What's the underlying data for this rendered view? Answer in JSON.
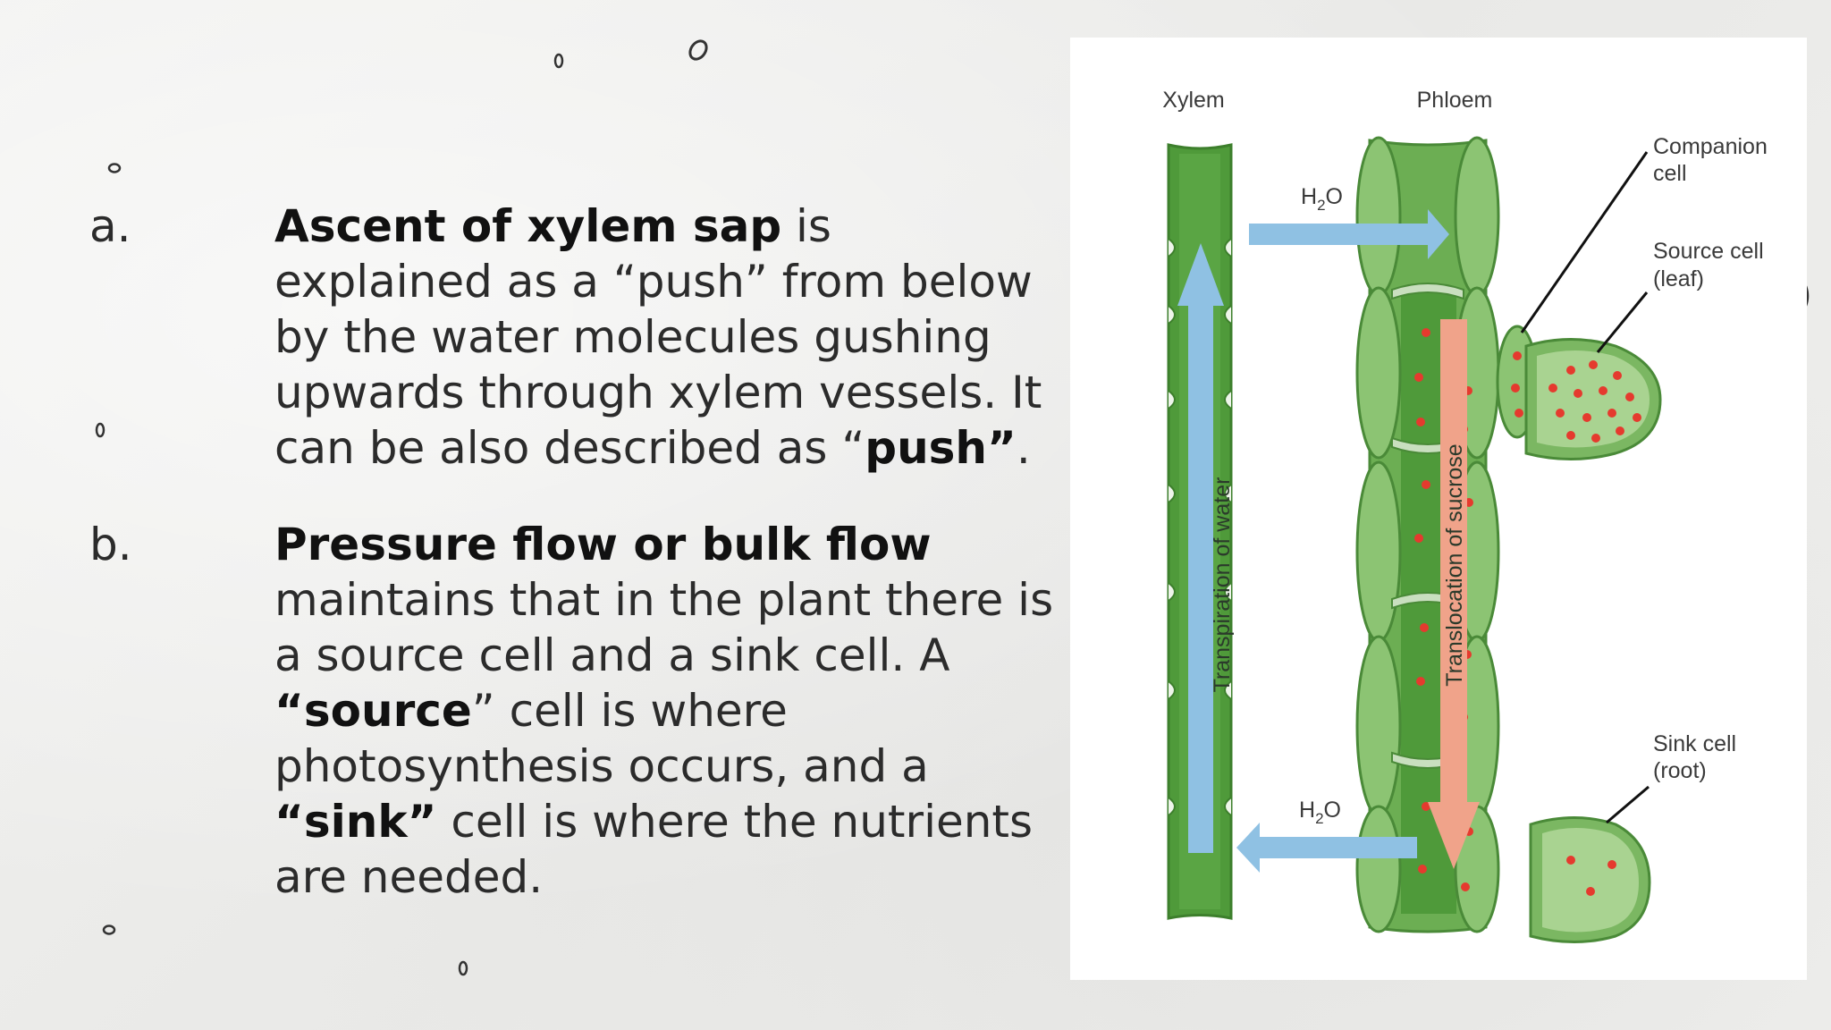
{
  "points": [
    {
      "marker": "a.",
      "segments": [
        {
          "text": "Ascent of xylem sap",
          "bold": true
        },
        {
          "text": " is explained as a “push” from below by the water molecules gushing upwards through xylem vessels. It can be also described as “",
          "bold": false
        },
        {
          "text": "push”",
          "bold": true
        },
        {
          "text": ".",
          "bold": false
        }
      ]
    },
    {
      "marker": "b.",
      "segments": [
        {
          "text": "Pressure flow or bulk flow",
          "bold": true
        },
        {
          "text": " maintains that in the plant there is a source cell and a sink cell. A ",
          "bold": false
        },
        {
          "text": "“source",
          "bold": true
        },
        {
          "text": "” cell is where photosynthesis occurs, and a ",
          "bold": false
        },
        {
          "text": "“sink”",
          "bold": true
        },
        {
          "text": " cell is where the nutrients are needed.",
          "bold": false
        }
      ]
    }
  ],
  "figure": {
    "xylem_label": "Xylem",
    "phloem_label": "Phloem",
    "h2o_top": "H",
    "h2o_bottom": "H",
    "h2o_sub": "2",
    "h2o_o": "O",
    "transpiration_label": "Transpiration of water",
    "translocation_label": "Translocation of sucrose",
    "companion_line1": "Companion",
    "companion_line2": "cell",
    "source_line1": "Source cell",
    "source_line2": "(leaf)",
    "sink_line1": "Sink cell",
    "sink_line2": "(root)",
    "colors": {
      "xylem_green": "#4f9a3a",
      "phloem_green": "#7bb762",
      "water_blue": "#8fc1e3",
      "sucrose_salmon": "#f0a38a",
      "sucrose_dot": "#e53a2e"
    }
  }
}
